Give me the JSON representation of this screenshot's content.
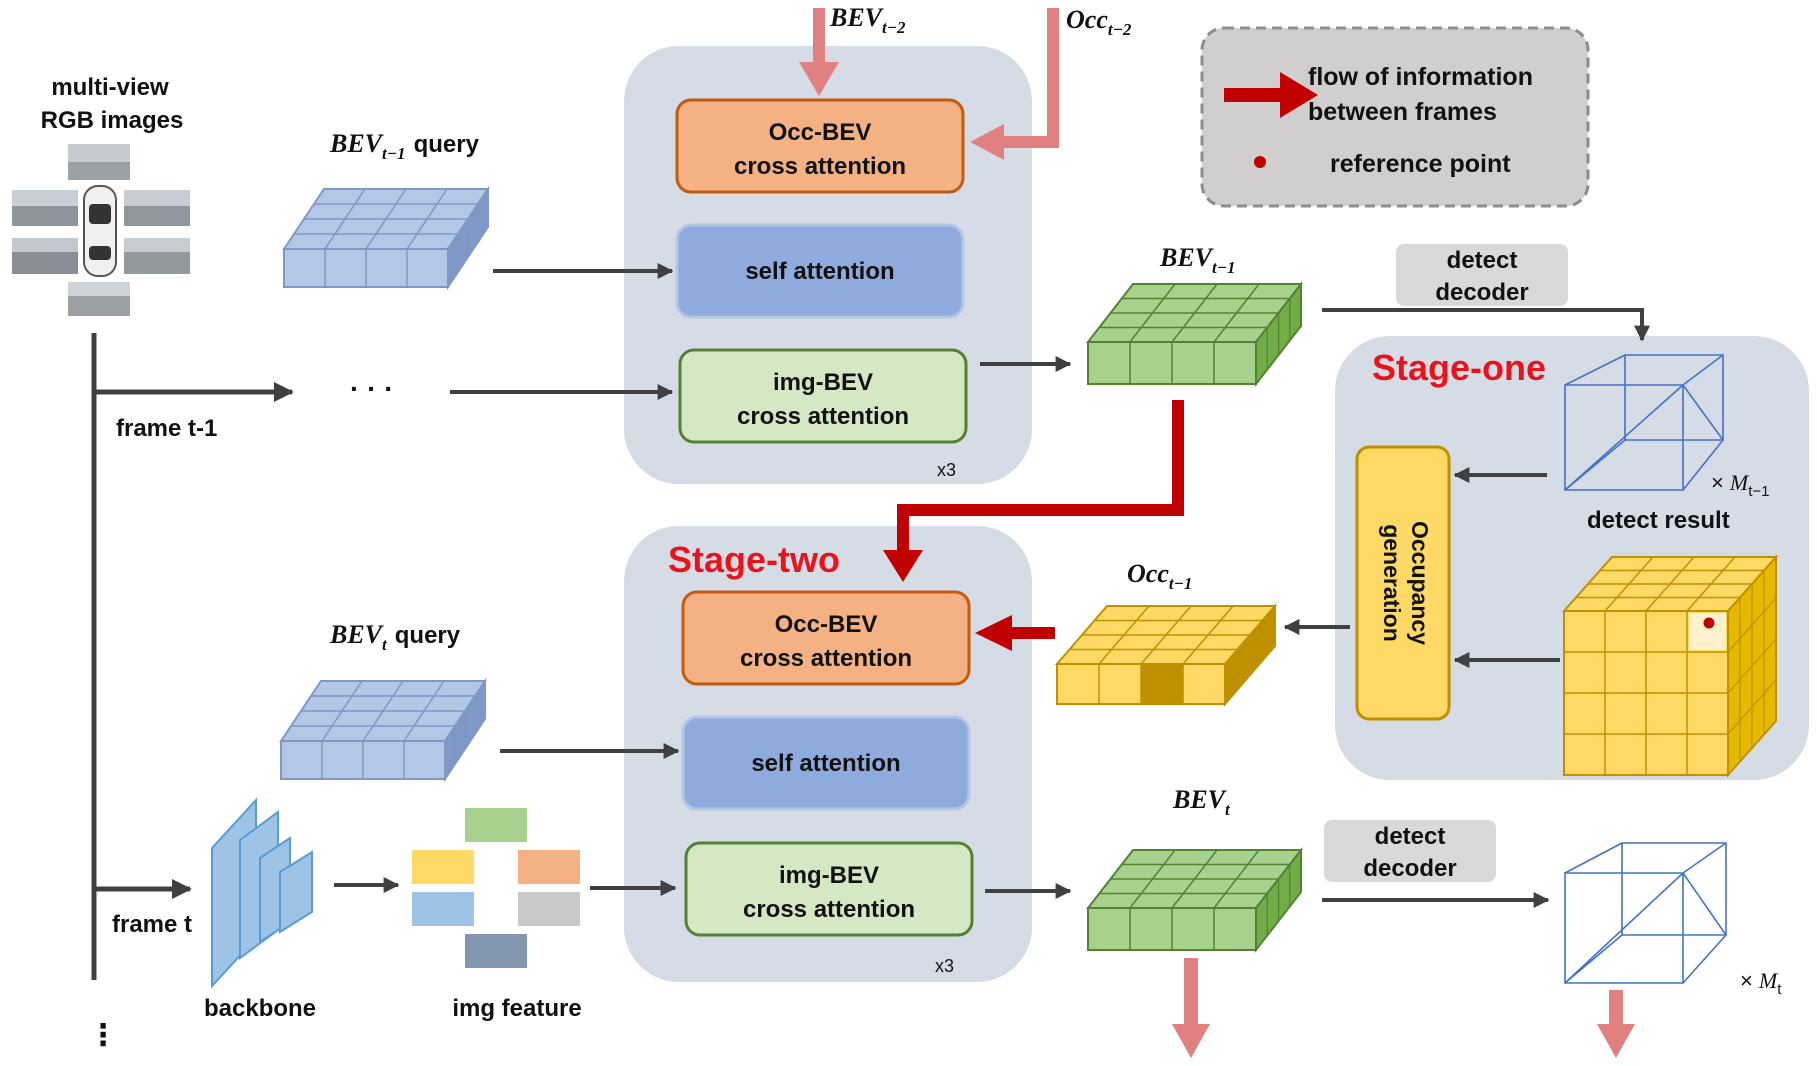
{
  "input": {
    "title_line1": "multi-view",
    "title_line2": "RGB images",
    "frame_prev": "frame t-1",
    "frame_curr": "frame t",
    "ellipsis_h": "· · ·",
    "ellipsis_v": "⋮"
  },
  "queries": {
    "prev_main": "BEV",
    "prev_sub": "t−1",
    "prev_suffix": "query",
    "curr_main": "BEV",
    "curr_sub": "t",
    "curr_suffix": "query"
  },
  "inputs_top": {
    "bev_main": "BEV",
    "bev_sub": "t−2",
    "occ_main": "Occ",
    "occ_sub": "t−2"
  },
  "block_top": {
    "occ_bev_l1": "Occ-BEV",
    "occ_bev_l2": "cross attention",
    "self_attn": "self attention",
    "img_bev_l1": "img-BEV",
    "img_bev_l2": "cross attention",
    "repeat": "x3"
  },
  "block_bottom": {
    "stage_title": "Stage-two",
    "occ_bev_l1": "Occ-BEV",
    "occ_bev_l2": "cross attention",
    "self_attn": "self attention",
    "img_bev_l1": "img-BEV",
    "img_bev_l2": "cross attention",
    "repeat": "x3"
  },
  "outputs": {
    "bev_prev_main": "BEV",
    "bev_prev_sub": "t−1",
    "occ_prev_main": "Occ",
    "occ_prev_sub": "t−1",
    "bev_curr_main": "BEV",
    "bev_curr_sub": "t"
  },
  "decoders": {
    "top_l1": "detect",
    "top_l2": "decoder",
    "bottom_l1": "detect",
    "bottom_l2": "decoder"
  },
  "stage_one": {
    "title": "Stage-one",
    "occ_gen_l1": "Occupancy",
    "occ_gen_l2": "generation",
    "detect_result": "detect result",
    "times": "×",
    "m_main": "M",
    "m_sub_prev": "t−1",
    "m_sub_curr": "t"
  },
  "feature": {
    "backbone": "backbone",
    "img_feature": "img feature"
  },
  "legend": {
    "flow_l1": "flow of information",
    "flow_l2": "between frames",
    "ref_point": "reference point"
  },
  "colors": {
    "panel_bg": "#d6dce6",
    "occ_bev_fill": "#f4b183",
    "occ_bev_stroke": "#c55a11",
    "self_attn_fill": "#8faadc",
    "img_bev_fill": "#d5e8c4",
    "img_bev_stroke": "#548235",
    "stage_red": "#e8141c",
    "flow_red": "#c00000",
    "input_arrow": "#e08080",
    "bev_green": "#a9d18e",
    "bev_green_dark": "#548235",
    "query_blue": "#b4c7e7",
    "query_blue_dark": "#7f98c5",
    "occ_yellow": "#ffd966",
    "occ_yellow_dark": "#bf9000",
    "legend_bg": "#d0cece"
  }
}
